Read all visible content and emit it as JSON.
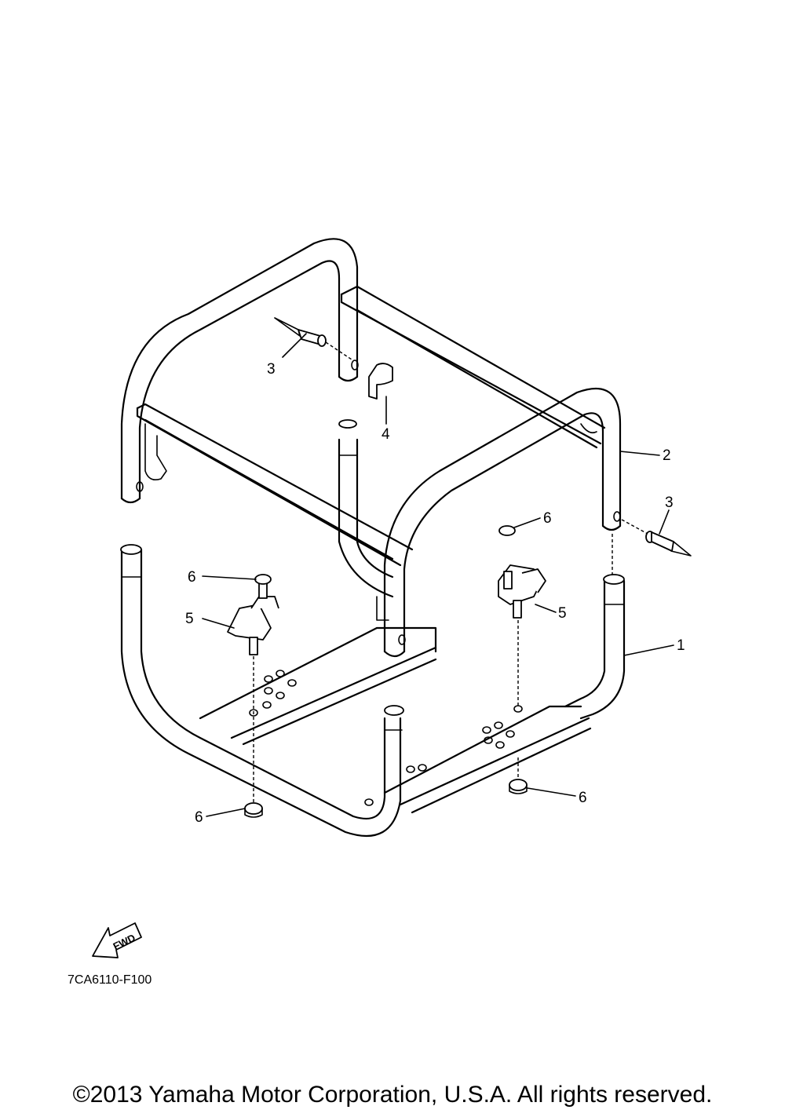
{
  "callouts": {
    "c1": "1",
    "c2": "2",
    "c3a": "3",
    "c3b": "3",
    "c4": "4",
    "c5a": "5",
    "c5b": "5",
    "c6a": "6",
    "c6b": "6",
    "c6c": "6",
    "c6d": "6"
  },
  "fwd_label": "FWD",
  "diagram_code": "7CA6110-F100",
  "copyright": "©2013 Yamaha Motor Corporation, U.S.A. All rights reserved."
}
